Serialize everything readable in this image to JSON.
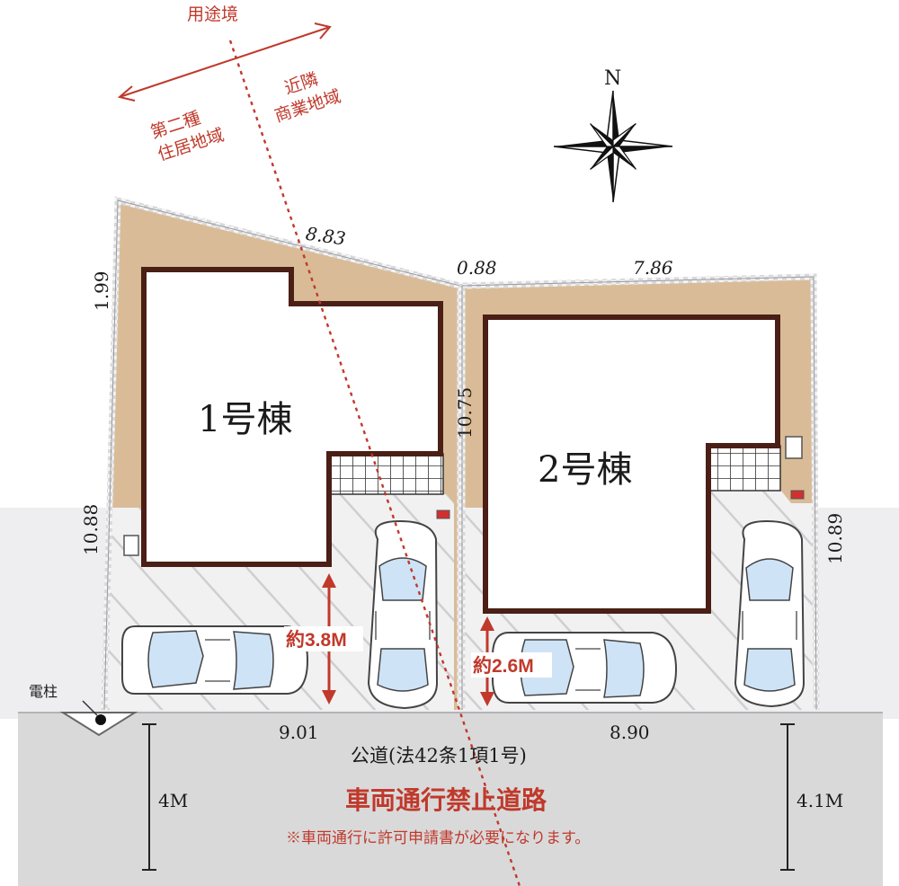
{
  "compass": {
    "label": "N"
  },
  "zone": {
    "boundary_label": "用途境",
    "left_zone": [
      "第二種",
      "住居地域"
    ],
    "right_zone": [
      "近隣",
      "商業地域"
    ]
  },
  "lots": [
    {
      "label": "1号棟"
    },
    {
      "label": "2号棟"
    }
  ],
  "dimensions": {
    "top_left": "8.83",
    "top_middle": "0.88",
    "top_right": "7.86",
    "left_upper": "1.99",
    "left_lower": "10.88",
    "middle": "10.75",
    "right": "10.89",
    "front_left": "9.01",
    "front_right": "8.90",
    "road_width_left": "4M",
    "road_width_right": "4.1M"
  },
  "parking": {
    "lot1_depth": "約3.8M",
    "lot2_depth": "約2.6M"
  },
  "road": {
    "name": "公道(法42条1項1号)",
    "restriction": "車両通行禁止道路",
    "note": "※車両通行に許可申請書が必要になります。"
  },
  "pole": {
    "label": "電柱"
  },
  "colors": {
    "garden": "#d9bc97",
    "wall": "#4a1f16",
    "road": "#d9d9da",
    "accent": "#c0392b"
  }
}
